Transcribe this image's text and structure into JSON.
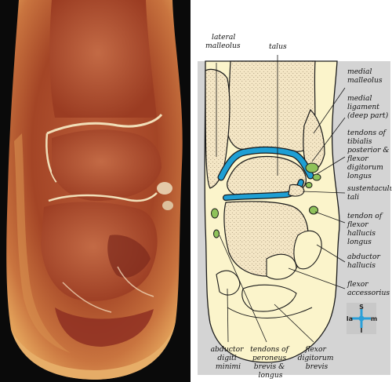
{
  "figure": {
    "photo_alt": "coronal section photograph of ankle and heel",
    "labels": {
      "lateral_malleolus": [
        "lateral",
        "malleolus"
      ],
      "talus": [
        "talus"
      ],
      "medial_malleolus": [
        "medial",
        "malleolus"
      ],
      "medial_ligament": [
        "medial",
        "ligament",
        "(deep part)"
      ],
      "tendons_tibialis": [
        "tendons of",
        "tibialis",
        "posterior &",
        "flexor",
        "digitorum",
        "longus"
      ],
      "sustentaculum": [
        "sustentaculum",
        "tali"
      ],
      "tendon_fhl": [
        "tendon of",
        "flexor",
        "hallucis",
        "longus"
      ],
      "abductor_hallucis": [
        "abductor",
        "hallucis"
      ],
      "flexor_accessorius": [
        "flexor",
        "accessorius"
      ],
      "abductor_digiti_minimi": [
        "abductor",
        "digiti",
        "minimi"
      ],
      "tendons_peroneus": [
        "tendons of",
        "peroneus",
        "brevis &",
        "longus"
      ],
      "flexor_digitorum_brevis": [
        "flexor",
        "digitorum",
        "brevis"
      ]
    },
    "compass": {
      "top": "S",
      "left": "la",
      "right": "m",
      "bottom": "I"
    },
    "colors": {
      "panel_bg": "#d4d4d4",
      "soft_tissue": "#fbf4cb",
      "bone": "#f4e6c5",
      "cartilage": "#1e9fd4",
      "tendon": "#8fc25a",
      "compass_blue": "#2a9fd8"
    }
  }
}
